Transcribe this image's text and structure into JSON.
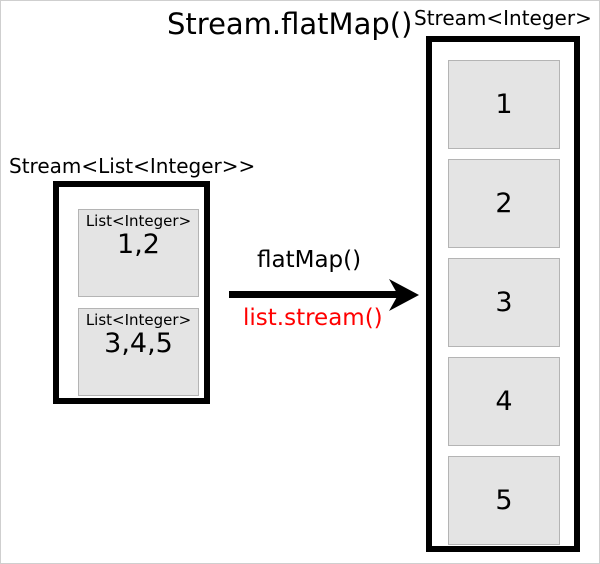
{
  "diagram": {
    "title": "Stream.flatMap()",
    "accent_color": "#ff0000",
    "cell_fill": "#e4e4e4",
    "border_color": "#000000"
  },
  "input_stream": {
    "label": "Stream<List<Integer>>",
    "elements": [
      {
        "type": "List<Integer>",
        "value": "1,2"
      },
      {
        "type": "List<Integer>",
        "value": "3,4,5"
      }
    ]
  },
  "transform": {
    "operation_label": "flatMap()",
    "lambda_label": "list.stream()",
    "arrow_direction": "right"
  },
  "output_stream": {
    "label": "Stream<Integer>",
    "elements": [
      {
        "value": "1"
      },
      {
        "value": "2"
      },
      {
        "value": "3"
      },
      {
        "value": "4"
      },
      {
        "value": "5"
      }
    ]
  }
}
